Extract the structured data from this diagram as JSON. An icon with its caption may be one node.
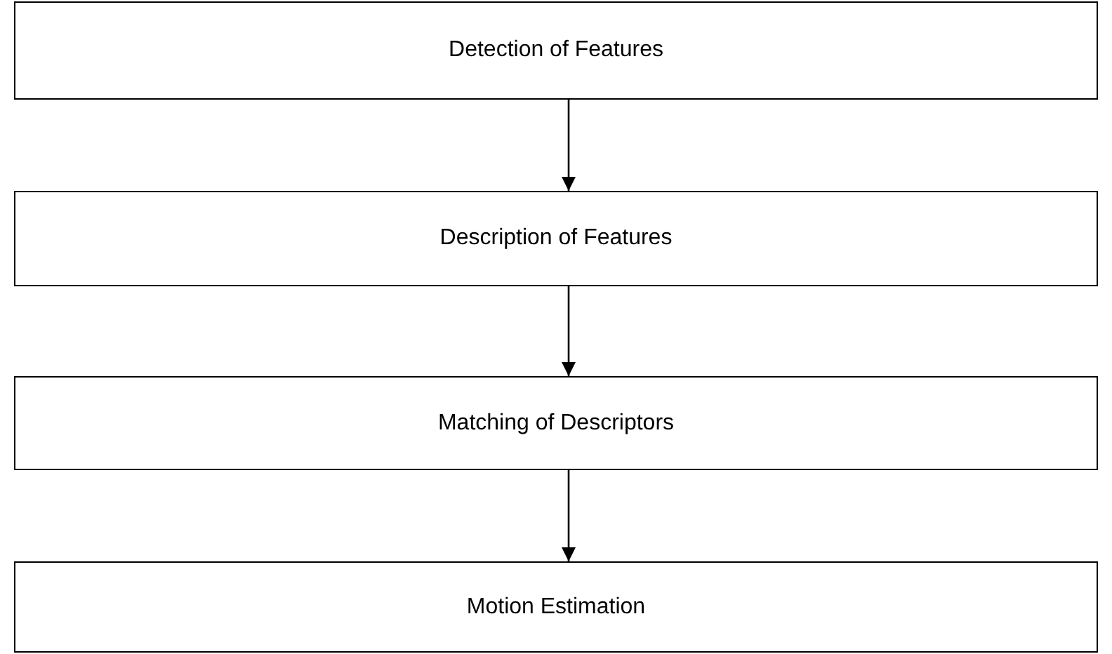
{
  "diagram": {
    "nodes": [
      {
        "text": [
          "Detection of Features"
        ]
      },
      {
        "text": [
          "Description of Features"
        ]
      },
      {
        "text": [
          "Matching of Descriptors"
        ]
      },
      {
        "text": [
          "Motion Estimation"
        ]
      }
    ],
    "edges": [
      {
        "from": 0,
        "to": 1,
        "arrow": "to"
      },
      {
        "from": 1,
        "to": 2,
        "arrow": "to"
      },
      {
        "from": 2,
        "to": 3,
        "arrow": "to"
      }
    ]
  }
}
